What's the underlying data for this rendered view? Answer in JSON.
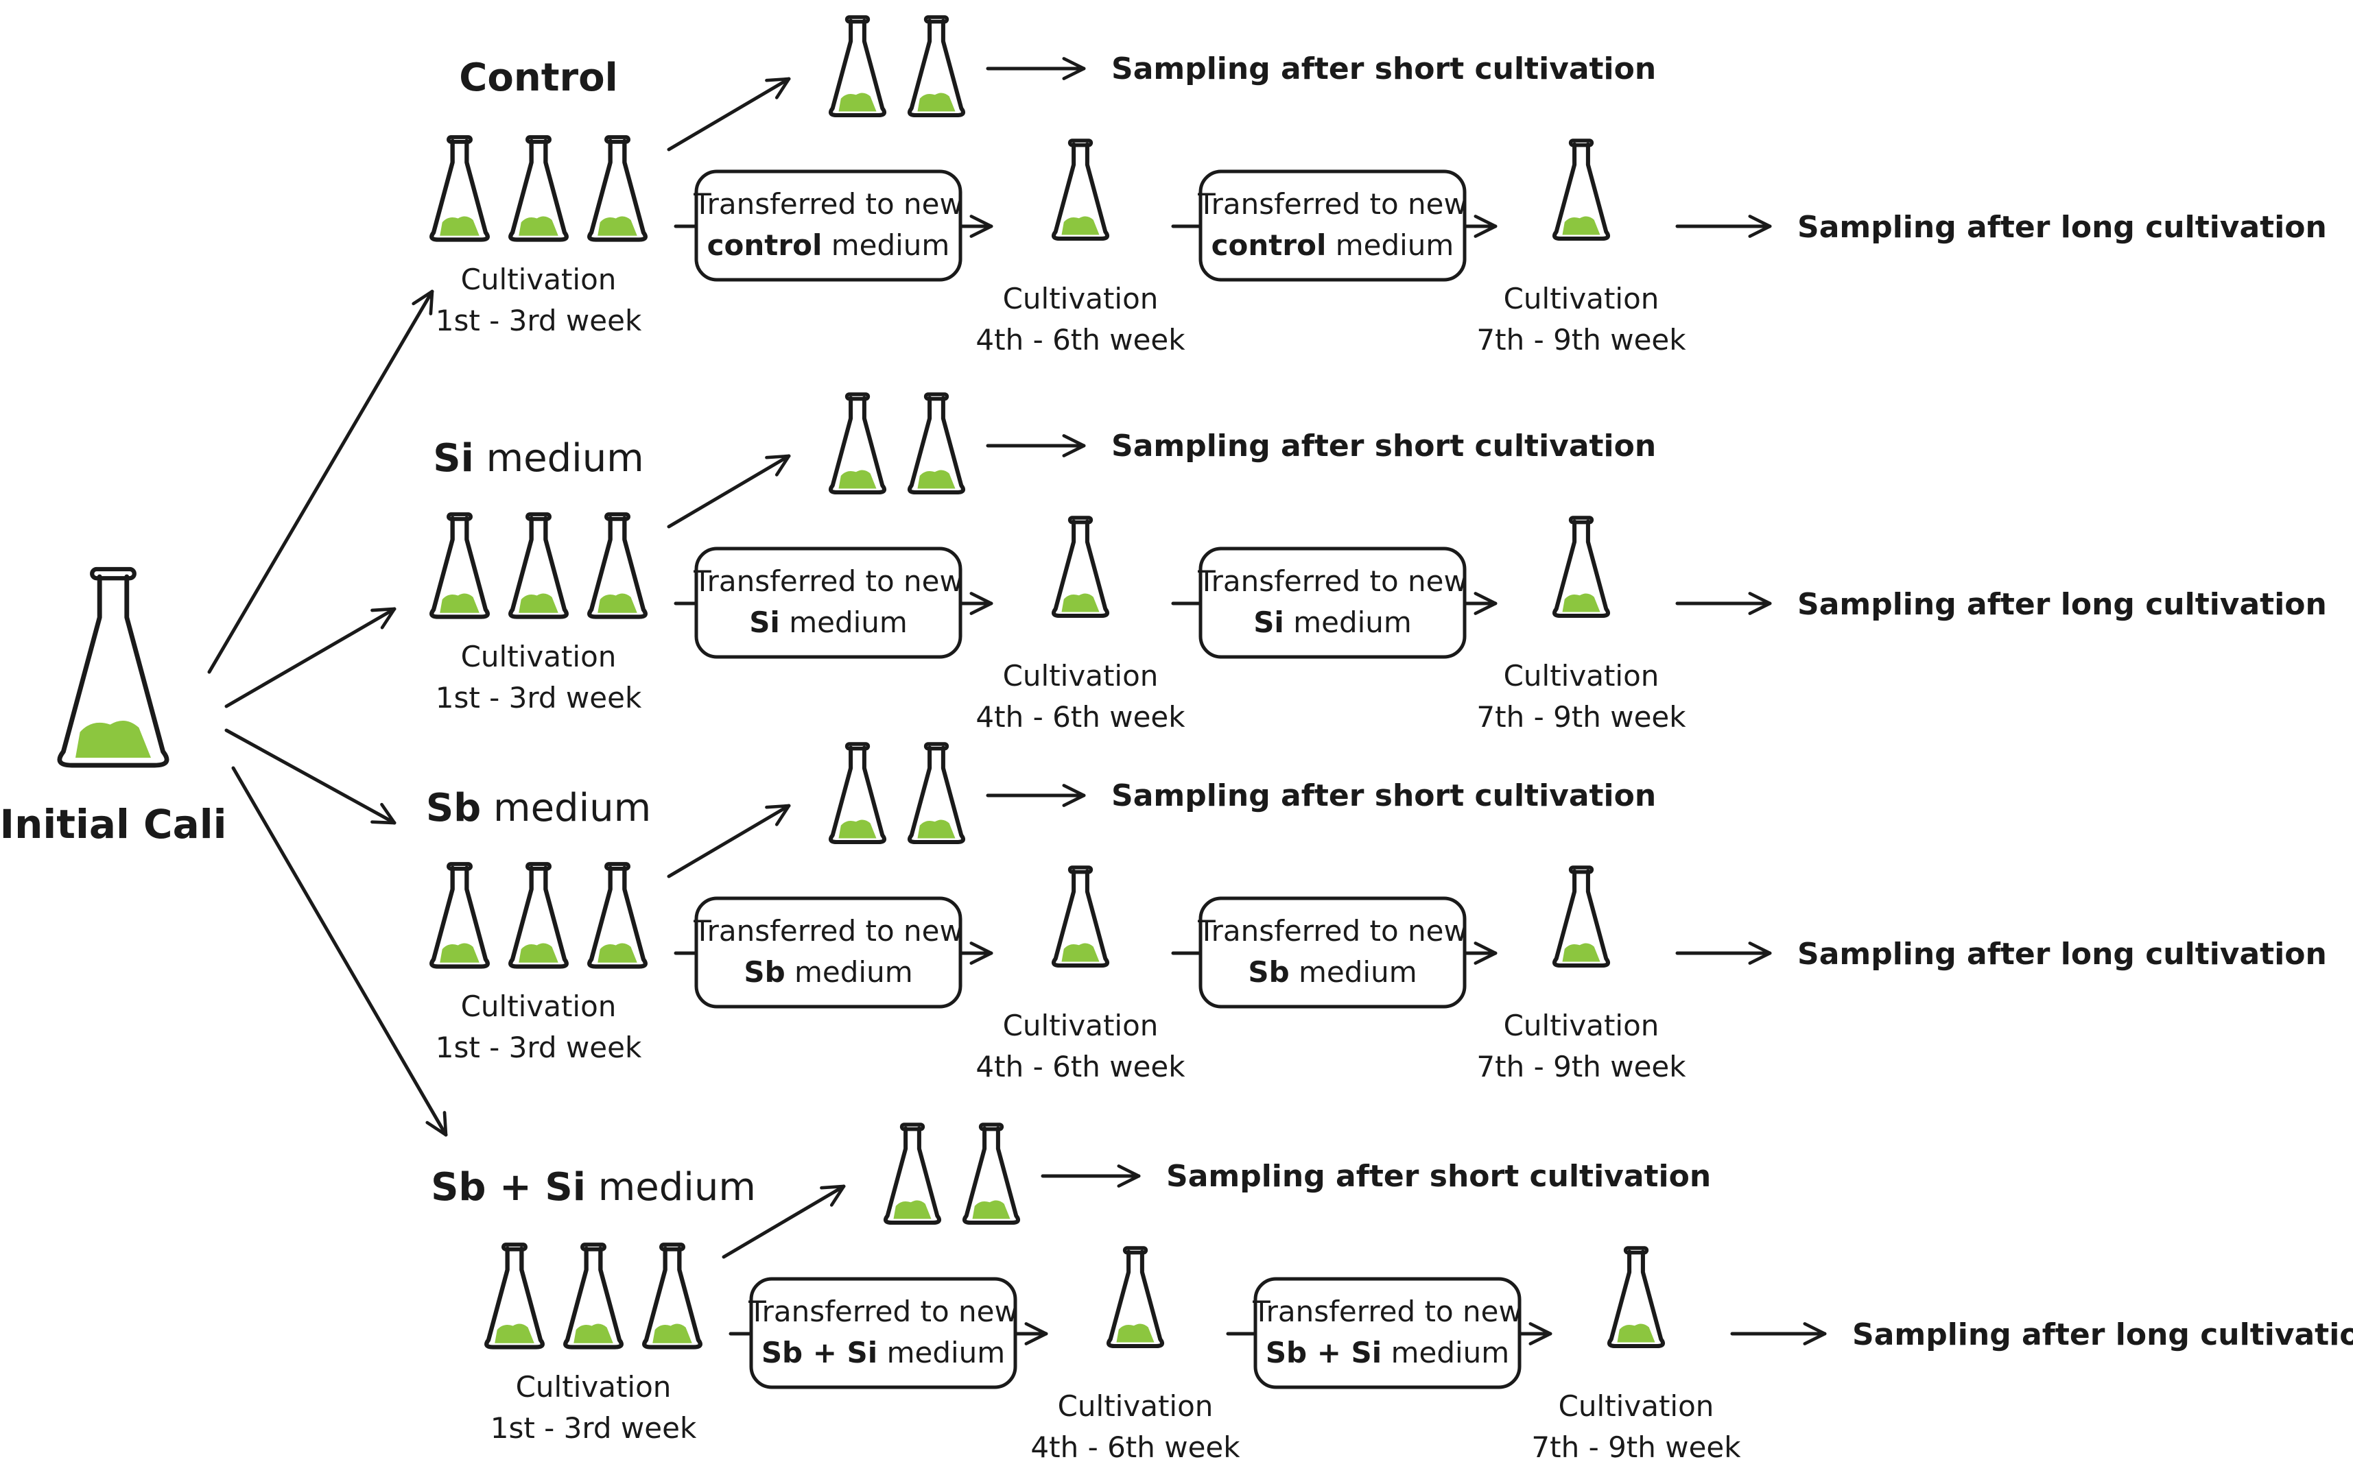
{
  "root": {
    "label": "Initial Cali"
  },
  "colors": {
    "stroke": "#1a1a1a",
    "callus": "#8cc63f",
    "background": "#ffffff"
  },
  "groups": [
    {
      "title_bold": "Control",
      "title_rest": "",
      "box_bold": "control",
      "box_rest": " medium",
      "transfer_prefix": "Transferred to new",
      "cultivation": "Cultivation",
      "week1": "1st - 3rd week",
      "week2": "4th - 6th week",
      "week3": "7th - 9th week",
      "short_sampling": "Sampling after short cultivation",
      "long_sampling": "Sampling after long cultivation"
    },
    {
      "title_bold": "Si",
      "title_rest": " medium",
      "box_bold": "Si",
      "box_rest": " medium",
      "transfer_prefix": "Transferred to new",
      "cultivation": "Cultivation",
      "week1": "1st - 3rd week",
      "week2": "4th - 6th week",
      "week3": "7th - 9th week",
      "short_sampling": "Sampling after short cultivation",
      "long_sampling": "Sampling after long cultivation"
    },
    {
      "title_bold": "Sb",
      "title_rest": " medium",
      "box_bold": "Sb",
      "box_rest": " medium",
      "transfer_prefix": "Transferred to new",
      "cultivation": "Cultivation",
      "week1": "1st - 3rd week",
      "week2": "4th - 6th week",
      "week3": "7th - 9th week",
      "short_sampling": "Sampling after short cultivation",
      "long_sampling": "Sampling after long cultivation"
    },
    {
      "title_bold": "Sb + Si",
      "title_rest": " medium",
      "box_bold": "Sb + Si",
      "box_rest": " medium",
      "transfer_prefix": "Transferred to new",
      "cultivation": "Cultivation",
      "week1": "1st - 3rd week",
      "week2": "4th - 6th week",
      "week3": "7th - 9th week",
      "short_sampling": "Sampling after short cultivation",
      "long_sampling": "Sampling after long cultivation"
    }
  ]
}
